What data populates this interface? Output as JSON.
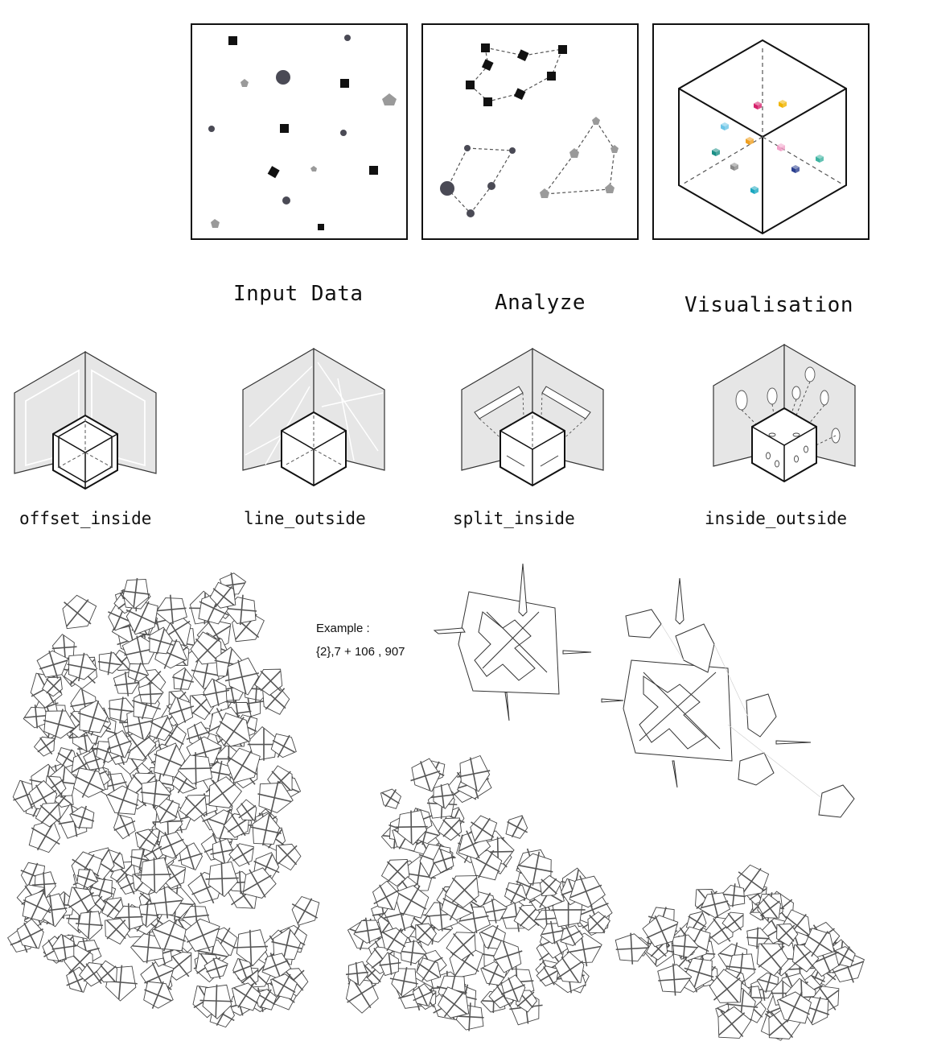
{
  "stages": [
    {
      "title": "Input Data"
    },
    {
      "title": "Analyze"
    },
    {
      "title": "Visualisation"
    }
  ],
  "methods": [
    {
      "label": "offset_inside"
    },
    {
      "label": "line_outside"
    },
    {
      "label": "split_inside"
    },
    {
      "label": "inside_outside"
    }
  ],
  "example": {
    "heading": "Example :",
    "code": "{2},7 + 106 , 907"
  },
  "colors": {
    "stroke": "#111111",
    "wall_fill": "#e6e6e6",
    "dot": "#4a4a55",
    "pentagon": "#9a9a9a",
    "cube_colors": [
      "#d6206b",
      "#f0b400",
      "#6ac4e6",
      "#f0a020",
      "#1a8f86",
      "#f2a0c8",
      "#3bb3a0",
      "#888888",
      "#2a3f8f",
      "#1aa7c0"
    ]
  }
}
